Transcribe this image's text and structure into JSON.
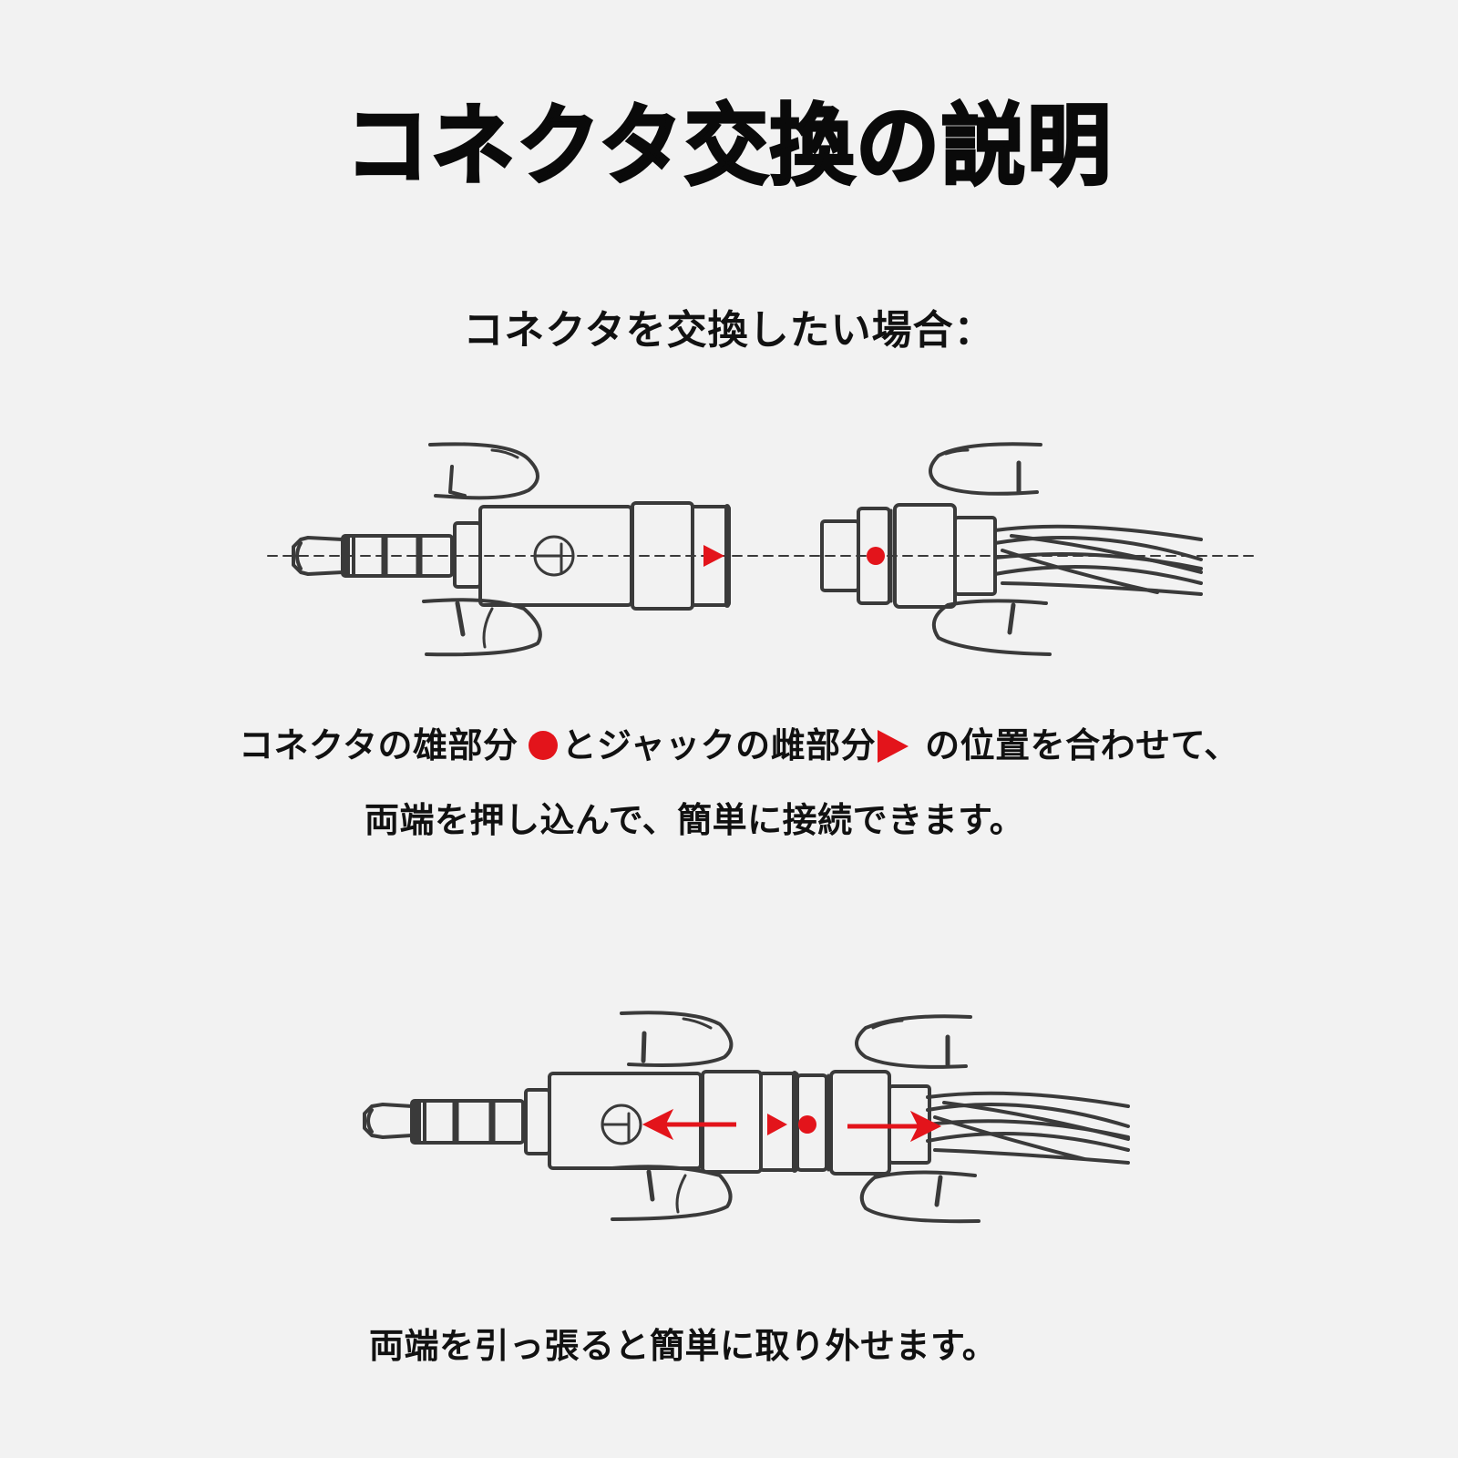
{
  "title": "コネクタ交換の説明",
  "subtitle": "コネクタを交換したい場合：",
  "instructions": {
    "line1_part1": "コネクタの雄部分",
    "line1_part2": "とジャックの雌部分",
    "line1_part3": "の位置を合わせて、",
    "line2": "両端を押し込んで、簡単に接続できます。",
    "line3": "両端を引っ張ると簡単に取り外せます。"
  },
  "markers": {
    "male_marker": "red-dot",
    "female_marker": "red-triangle",
    "accent_color": "#e3141b"
  },
  "diagrams": [
    {
      "name": "connect-diagram",
      "state": "separated",
      "left_part": "4-pole plug with body",
      "right_part": "cable connector with braided cable"
    },
    {
      "name": "disconnect-diagram",
      "state": "joined",
      "arrows": [
        "left",
        "right"
      ]
    }
  ],
  "colors": {
    "background": "#f2f2f2",
    "line": "#3a3a3a",
    "text": "#111111"
  }
}
